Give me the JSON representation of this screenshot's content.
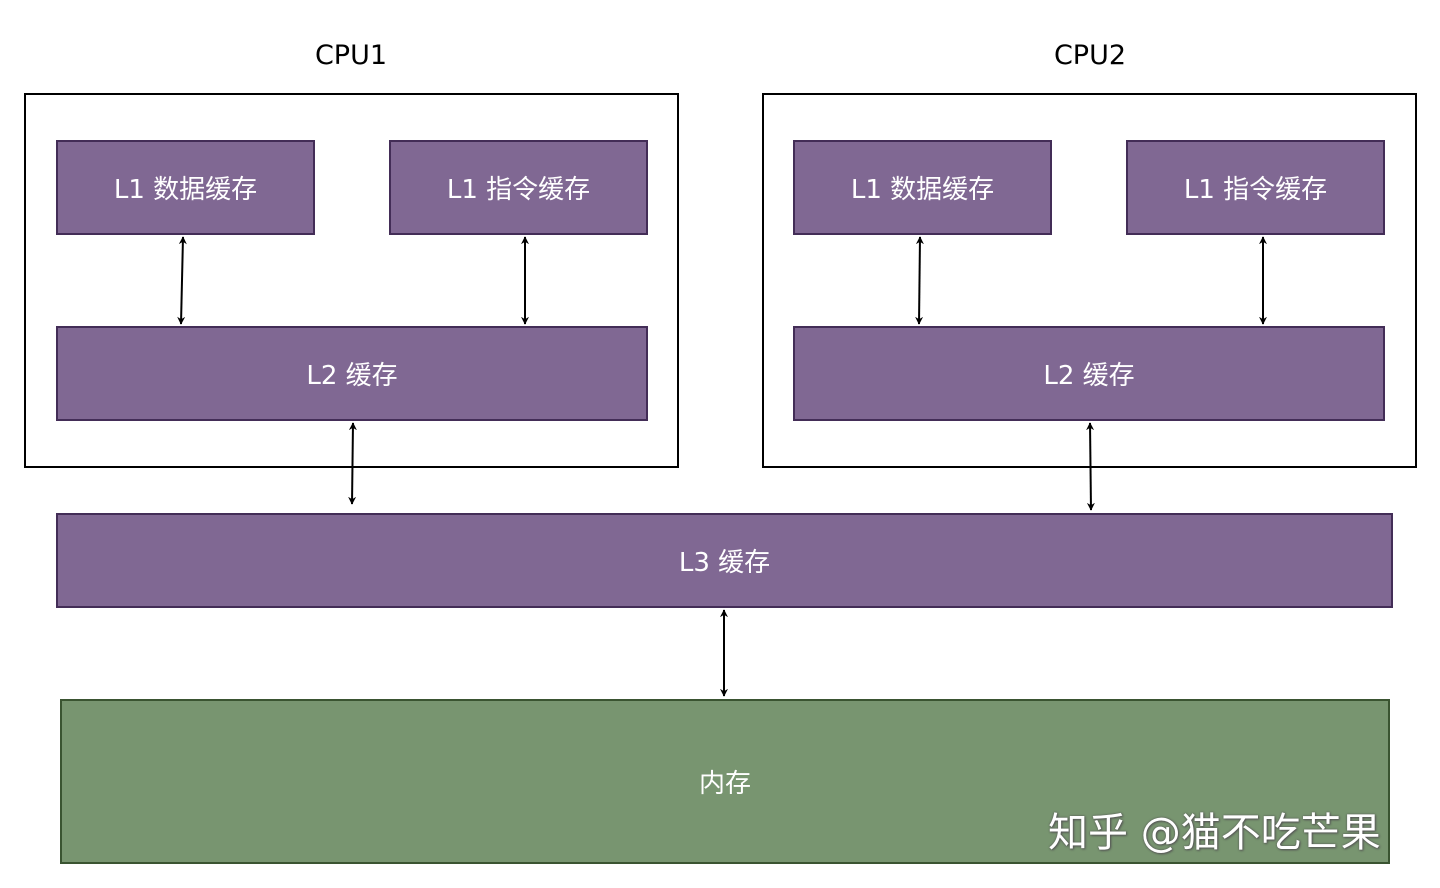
{
  "cpu1": {
    "title": "CPU1",
    "l1_data": "L1 数据缓存",
    "l1_instr": "L1 指令缓存",
    "l2": "L2 缓存"
  },
  "cpu2": {
    "title": "CPU2",
    "l1_data": "L1 数据缓存",
    "l1_instr": "L1 指令缓存",
    "l2": "L2 缓存"
  },
  "l3": "L3 缓存",
  "memory": "内存",
  "watermark": "知乎 @猫不吃芒果",
  "colors": {
    "cache_fill": "#806893",
    "cache_border": "#432d57",
    "memory_fill": "#789570",
    "memory_border": "#3a5431"
  }
}
